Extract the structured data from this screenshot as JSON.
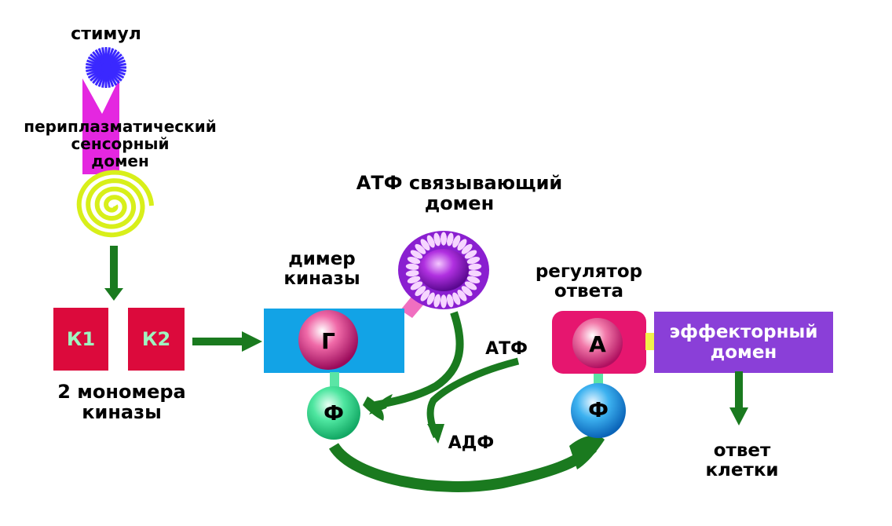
{
  "labels": {
    "stimulus": "стимул",
    "periplasmic": [
      "периплазматический",
      "сенсорный",
      "домен"
    ],
    "monomers": [
      "2 мономера",
      "киназы"
    ],
    "dimer": [
      "димер",
      "киназы"
    ],
    "atp_domain": [
      "АТФ связывающий",
      "домен"
    ],
    "regulator": [
      "регулятор",
      "ответа"
    ],
    "effector": [
      "эффекторный",
      "домен"
    ],
    "cell_response": [
      "ответ",
      "клетки"
    ],
    "atp": "АТФ",
    "adp": "АДФ"
  },
  "boxes": {
    "k1": "К1",
    "k2": "К2"
  },
  "circles": {
    "g": "Г",
    "f_left": "Ф",
    "a": "А",
    "f_right": "Ф"
  },
  "colors": {
    "kinase_box": "#dc0a3c",
    "kinase_text": "#9ff5c0",
    "dimer_box": "#12a3e6",
    "regulator_box": "#e6166f",
    "effector_box": "#8a3fd8",
    "magenta_shape": "#e427e0",
    "stimulus_star": "#3a28ff",
    "spiral": "#d8ef1a",
    "arrow_green": "#1a7a1f",
    "atp_domain": "#8a1fd0",
    "connector_pink": "#f06fc0",
    "connector_yellow": "#f2f04a",
    "connector_green": "#5be5a5"
  }
}
